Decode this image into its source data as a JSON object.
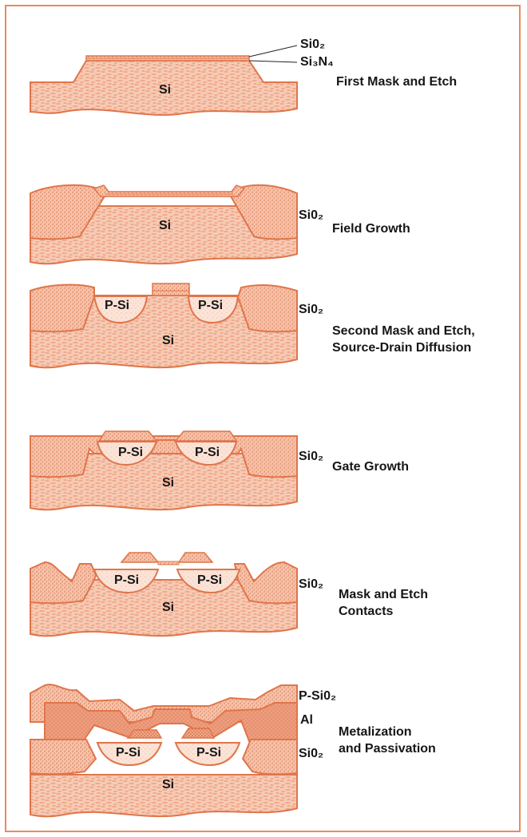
{
  "colors": {
    "substrate": "#f3bda4",
    "substrate_line": "#e0754a",
    "oxide": "#f2b094",
    "stipple": "#d96a40",
    "text": "#161616",
    "frame": "#e98a62"
  },
  "stages": [
    {
      "caption_lines": [
        "First Mask and Etch"
      ],
      "layer_labels": [
        "Si0₂",
        "Si₃N₄"
      ],
      "region_labels": [
        "Si"
      ]
    },
    {
      "caption_lines": [
        "Field Growth"
      ],
      "layer_labels": [
        "Si0₂"
      ],
      "region_labels": [
        "Si"
      ]
    },
    {
      "caption_lines": [
        "Second Mask and Etch,",
        "Source-Drain Diffusion"
      ],
      "layer_labels": [
        "Si0₂"
      ],
      "region_labels": [
        "P-Si",
        "P-Si",
        "Si"
      ]
    },
    {
      "caption_lines": [
        "Gate Growth"
      ],
      "layer_labels": [
        "Si0₂"
      ],
      "region_labels": [
        "P-Si",
        "P-Si",
        "Si"
      ]
    },
    {
      "caption_lines": [
        "Mask and Etch",
        "Contacts"
      ],
      "layer_labels": [
        "Si0₂"
      ],
      "region_labels": [
        "P-Si",
        "P-Si",
        "Si"
      ]
    },
    {
      "caption_lines": [
        "Metalization",
        "and Passivation"
      ],
      "layer_labels": [
        "P-Si0₂",
        "Al",
        "Si0₂"
      ],
      "region_labels": [
        "P-Si",
        "P-Si",
        "Si"
      ]
    }
  ]
}
